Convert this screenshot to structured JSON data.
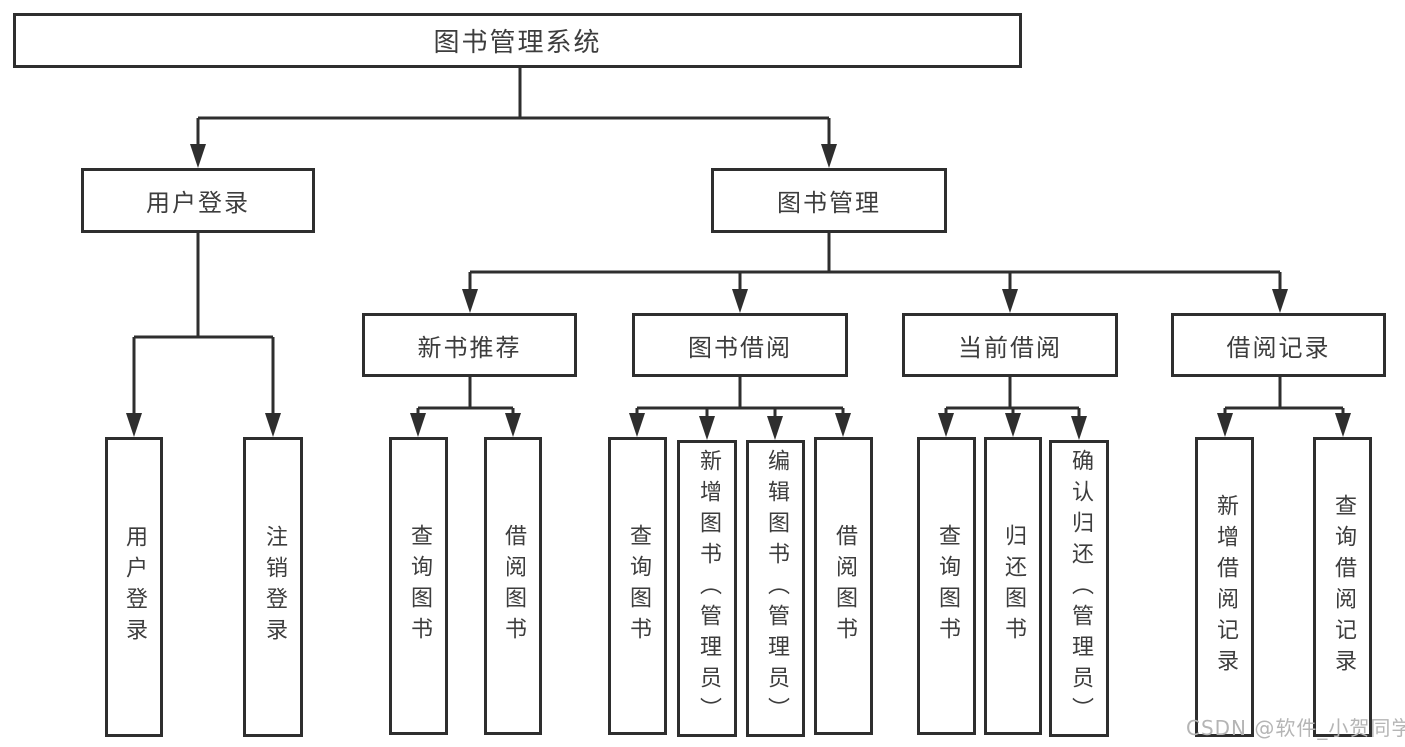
{
  "diagram_type": "functional-structure-tree",
  "colors": {
    "background": "#ffffff",
    "line": "#2e2e2e",
    "box_border": "#2e2e2e",
    "text": "#3d3d3d",
    "watermark": "#b5b5b5"
  },
  "tree": {
    "root": {
      "label": "图书管理系统",
      "children": [
        {
          "label": "用户登录",
          "children": [
            {
              "label": "用户登录"
            },
            {
              "label": "注销登录"
            }
          ]
        },
        {
          "label": "图书管理",
          "children": [
            {
              "label": "新书推荐",
              "children": [
                {
                  "label": "查询图书"
                },
                {
                  "label": "借阅图书"
                }
              ]
            },
            {
              "label": "图书借阅",
              "children": [
                {
                  "label": "查询图书"
                },
                {
                  "label": "新增图书（管理员）"
                },
                {
                  "label": "编辑图书（管理员）"
                },
                {
                  "label": "借阅图书"
                }
              ]
            },
            {
              "label": "当前借阅",
              "children": [
                {
                  "label": "查询图书"
                },
                {
                  "label": "归还图书"
                },
                {
                  "label": "确认归还（管理员）"
                }
              ]
            },
            {
              "label": "借阅记录",
              "children": [
                {
                  "label": "新增借阅记录"
                },
                {
                  "label": "查询借阅记录"
                }
              ]
            }
          ]
        }
      ]
    }
  },
  "watermark": {
    "text": "CSDN @软件_小贺同学"
  }
}
